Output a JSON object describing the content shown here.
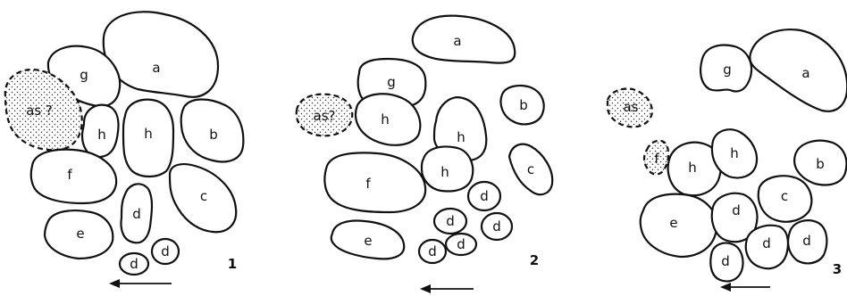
{
  "panels": [
    {
      "number": "1",
      "regions": [
        {
          "label": "a"
        },
        {
          "label": "g"
        },
        {
          "label": "as ?",
          "dashed": true
        },
        {
          "label": "h"
        },
        {
          "label": "h"
        },
        {
          "label": "b"
        },
        {
          "label": "f"
        },
        {
          "label": "c"
        },
        {
          "label": "d"
        },
        {
          "label": "e"
        },
        {
          "label": "d"
        },
        {
          "label": "d"
        }
      ]
    },
    {
      "number": "2",
      "regions": [
        {
          "label": "a"
        },
        {
          "label": "g"
        },
        {
          "label": "b"
        },
        {
          "label": "as?",
          "dashed": true
        },
        {
          "label": "h"
        },
        {
          "label": "h"
        },
        {
          "label": "c"
        },
        {
          "label": "h"
        },
        {
          "label": "f"
        },
        {
          "label": "d"
        },
        {
          "label": "d"
        },
        {
          "label": "d"
        },
        {
          "label": "e"
        },
        {
          "label": "d"
        },
        {
          "label": "d"
        }
      ]
    },
    {
      "number": "3",
      "regions": [
        {
          "label": "g"
        },
        {
          "label": "a"
        },
        {
          "label": "as",
          "dashed": true
        },
        {
          "label": "f",
          "dashed": true
        },
        {
          "label": "h"
        },
        {
          "label": "h"
        },
        {
          "label": "b"
        },
        {
          "label": "e"
        },
        {
          "label": "c"
        },
        {
          "label": "d"
        },
        {
          "label": "d"
        },
        {
          "label": "d"
        },
        {
          "label": "d"
        }
      ]
    }
  ],
  "colors": {
    "outline": "#111111",
    "stipple": "#333333",
    "background": "#ffffff"
  }
}
